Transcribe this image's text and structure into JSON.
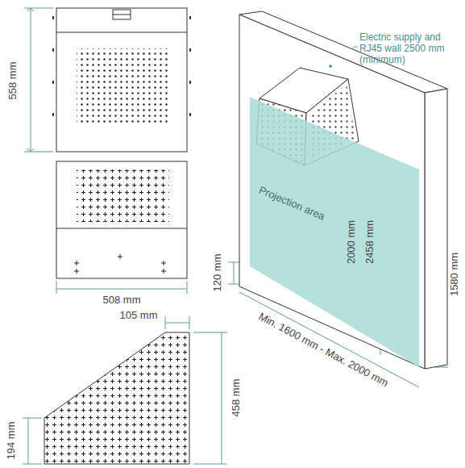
{
  "diagram": {
    "nodes": [
      {
        "text": [
          "Projection area"
        ]
      }
    ],
    "labels": [
      "558 mm",
      "508 mm",
      "105 mm",
      "194 mm",
      "458 mm",
      "120 mm",
      "Electric supply and RJ45 wall 2500 mm (minimum)",
      "2000 mm",
      "2458 mm",
      "1580 mm",
      "Min. 1600 mm - Max. 2000 mm"
    ]
  }
}
